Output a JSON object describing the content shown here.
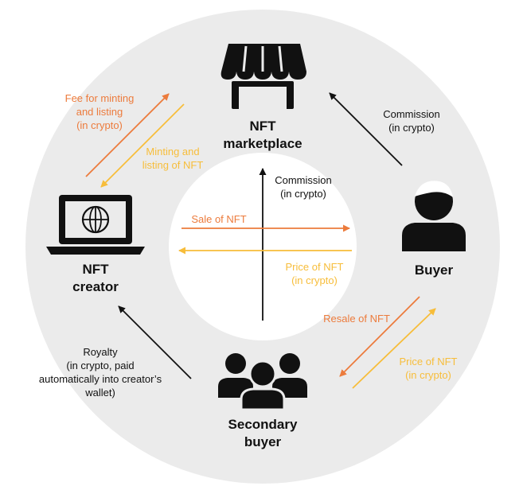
{
  "colors": {
    "ring": "#ebebeb",
    "orange": "#ec7b3c",
    "yellow": "#f7bd3a",
    "dark": "#111111"
  },
  "nodes": {
    "marketplace": {
      "line1": "NFT",
      "line2": "marketplace",
      "icon": "storefront-icon"
    },
    "creator": {
      "line1": "NFT",
      "line2": "creator",
      "icon": "laptop-globe-icon"
    },
    "buyer": {
      "label": "Buyer",
      "icon": "person-icon"
    },
    "secondary": {
      "line1": "Secondary",
      "line2": "buyer",
      "icon": "group-icon"
    }
  },
  "flows": {
    "fee_minting": [
      "Fee for minting",
      "and listing",
      "(in crypto)"
    ],
    "minting_listing": [
      "Minting and",
      "listing of NFT"
    ],
    "commission_outer": [
      "Commission",
      "(in crypto)"
    ],
    "commission_center": [
      "Commission",
      "(in crypto)"
    ],
    "sale": "Sale of NFT",
    "price_center": [
      "Price of NFT",
      "(in crypto)"
    ],
    "royalty": [
      "Royalty",
      "(in crypto, paid",
      "automatically into creator’s",
      "wallet)"
    ],
    "resale": "Resale of NFT",
    "price_secondary": [
      "Price of NFT",
      "(in crypto)"
    ]
  }
}
